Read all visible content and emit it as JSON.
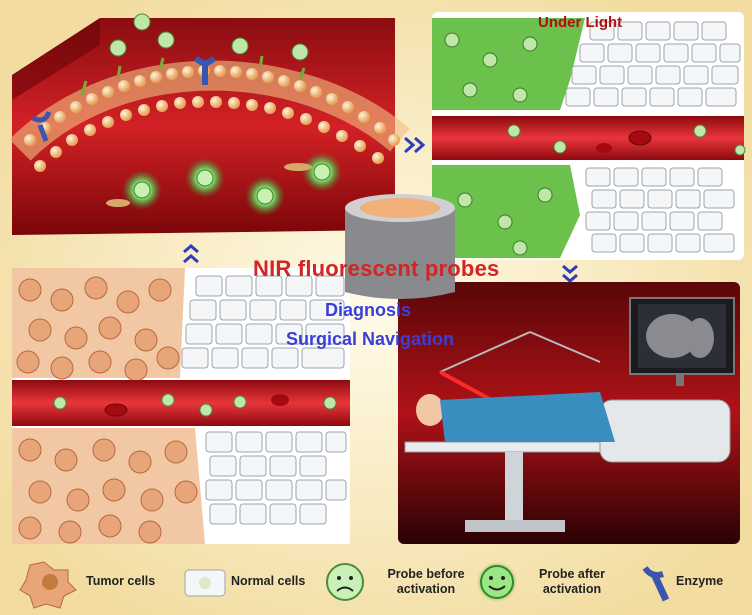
{
  "labels": {
    "under_light": "Under Light",
    "title": "NIR fluorescent probes",
    "subtitle_1": "Diagnosis",
    "subtitle_2": "Surgical Navigation"
  },
  "legend": [
    {
      "key": "tumor",
      "label": "Tumor cells"
    },
    {
      "key": "normal",
      "label": "Normal cells"
    },
    {
      "key": "before",
      "label": "Probe before activation"
    },
    {
      "key": "after",
      "label": "Probe after activation"
    },
    {
      "key": "enzyme",
      "label": "Enzyme"
    }
  ],
  "colors": {
    "background": "#f7edc7",
    "vessel_red": "#c4141c",
    "title_red": "#d42424",
    "subtitle_blue": "#3a3fd8",
    "probe_green": "#7fd46a",
    "tumor_orange": "#e8a57a",
    "enzyme_blue": "#3a55b0"
  }
}
